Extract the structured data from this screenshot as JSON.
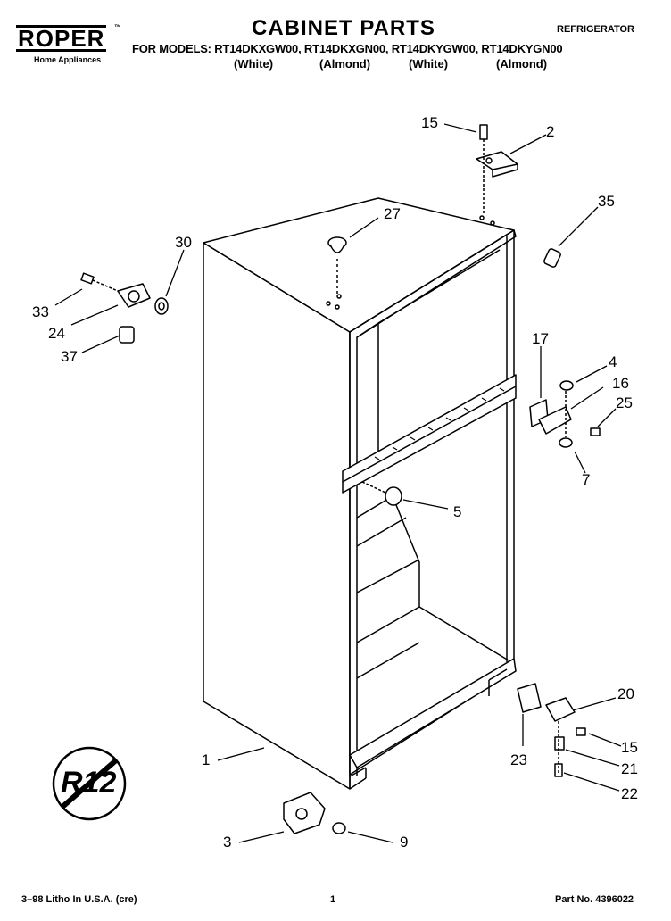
{
  "header": {
    "brand": "ROPER",
    "brand_tm": "™",
    "brand_sub": "Home Appliances",
    "title": "CABINET PARTS",
    "product": "REFRIGERATOR",
    "models_line": "FOR MODELS: RT14DKXGW00, RT14DKXGN00, RT14DKYGW00, RT14DKYGN00",
    "colors": [
      "(White)",
      "(Almond)",
      "(White)",
      "(Almond)"
    ]
  },
  "callouts": {
    "c15_top": "15",
    "c2": "2",
    "c35": "35",
    "c27": "27",
    "c30": "30",
    "c33": "33",
    "c24": "24",
    "c37": "37",
    "c17": "17",
    "c4": "4",
    "c16": "16",
    "c25": "25",
    "c7": "7",
    "c5": "5",
    "c1": "1",
    "c20": "20",
    "c15_bottom": "15",
    "c23": "23",
    "c21": "21",
    "c22": "22",
    "c3": "3",
    "c9": "9"
  },
  "badge": {
    "text": "R12"
  },
  "footer": {
    "litho": "3–98 Litho In U.S.A. (cre)",
    "page": "1",
    "part_no": "Part No. 4396022"
  }
}
